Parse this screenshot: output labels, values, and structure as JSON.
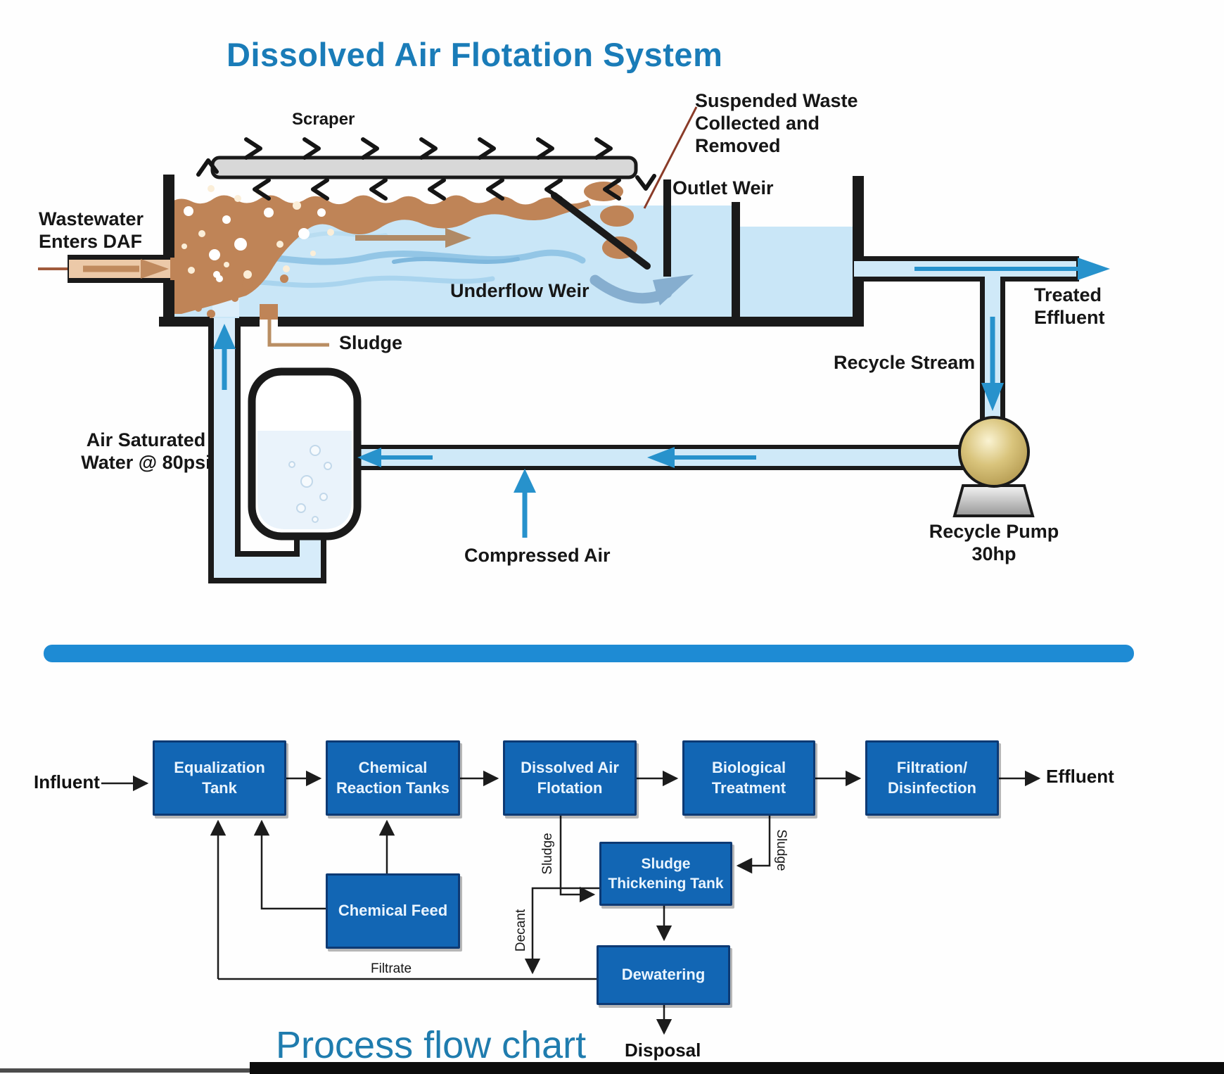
{
  "colors": {
    "title_blue": "#1a7cb8",
    "flow_title_blue": "#1f7cae",
    "divider_blue": "#1e8bd4",
    "box_fill": "#1266b4",
    "box_border": "#0d3a74",
    "water_light_blue": "#c9e6f7",
    "pipe_blue": "#cfe9f8",
    "sludge_brown": "#bf8457",
    "arrow_blue": "#2792cc",
    "pump_gold": "#d9c47c",
    "wall_black": "#1a1a1a"
  },
  "daf": {
    "title": "Dissolved Air Flotation System",
    "labels": {
      "scraper": "Scraper",
      "suspended_waste": "Suspended Waste Collected and Removed",
      "outlet_weir": "Outlet Weir",
      "wastewater_inlet": "Wastewater Enters DAF",
      "underflow_weir": "Underflow Weir",
      "sludge": "Sludge",
      "treated_effluent": "Treated Effluent",
      "recycle_stream": "Recycle Stream",
      "air_saturated_water": "Air Saturated Water @ 80psi",
      "compressed_air": "Compressed Air",
      "recycle_pump": "Recycle Pump 30hp"
    }
  },
  "flow": {
    "title": "Process flow chart",
    "boxes": [
      "Equalization Tank",
      "Chemical Reaction Tanks",
      "Dissolved Air Flotation",
      "Biological Treatment",
      "Filtration/ Disinfection",
      "Chemical Feed",
      "Sludge Thickening Tank",
      "Dewatering"
    ],
    "terminals": {
      "influent": "Influent",
      "effluent": "Effluent",
      "disposal": "Disposal"
    },
    "line_labels": {
      "sludge_daf": "Sludge",
      "sludge_bio": "Sludge",
      "decant": "Decant",
      "filtrate": "Filtrate"
    }
  }
}
